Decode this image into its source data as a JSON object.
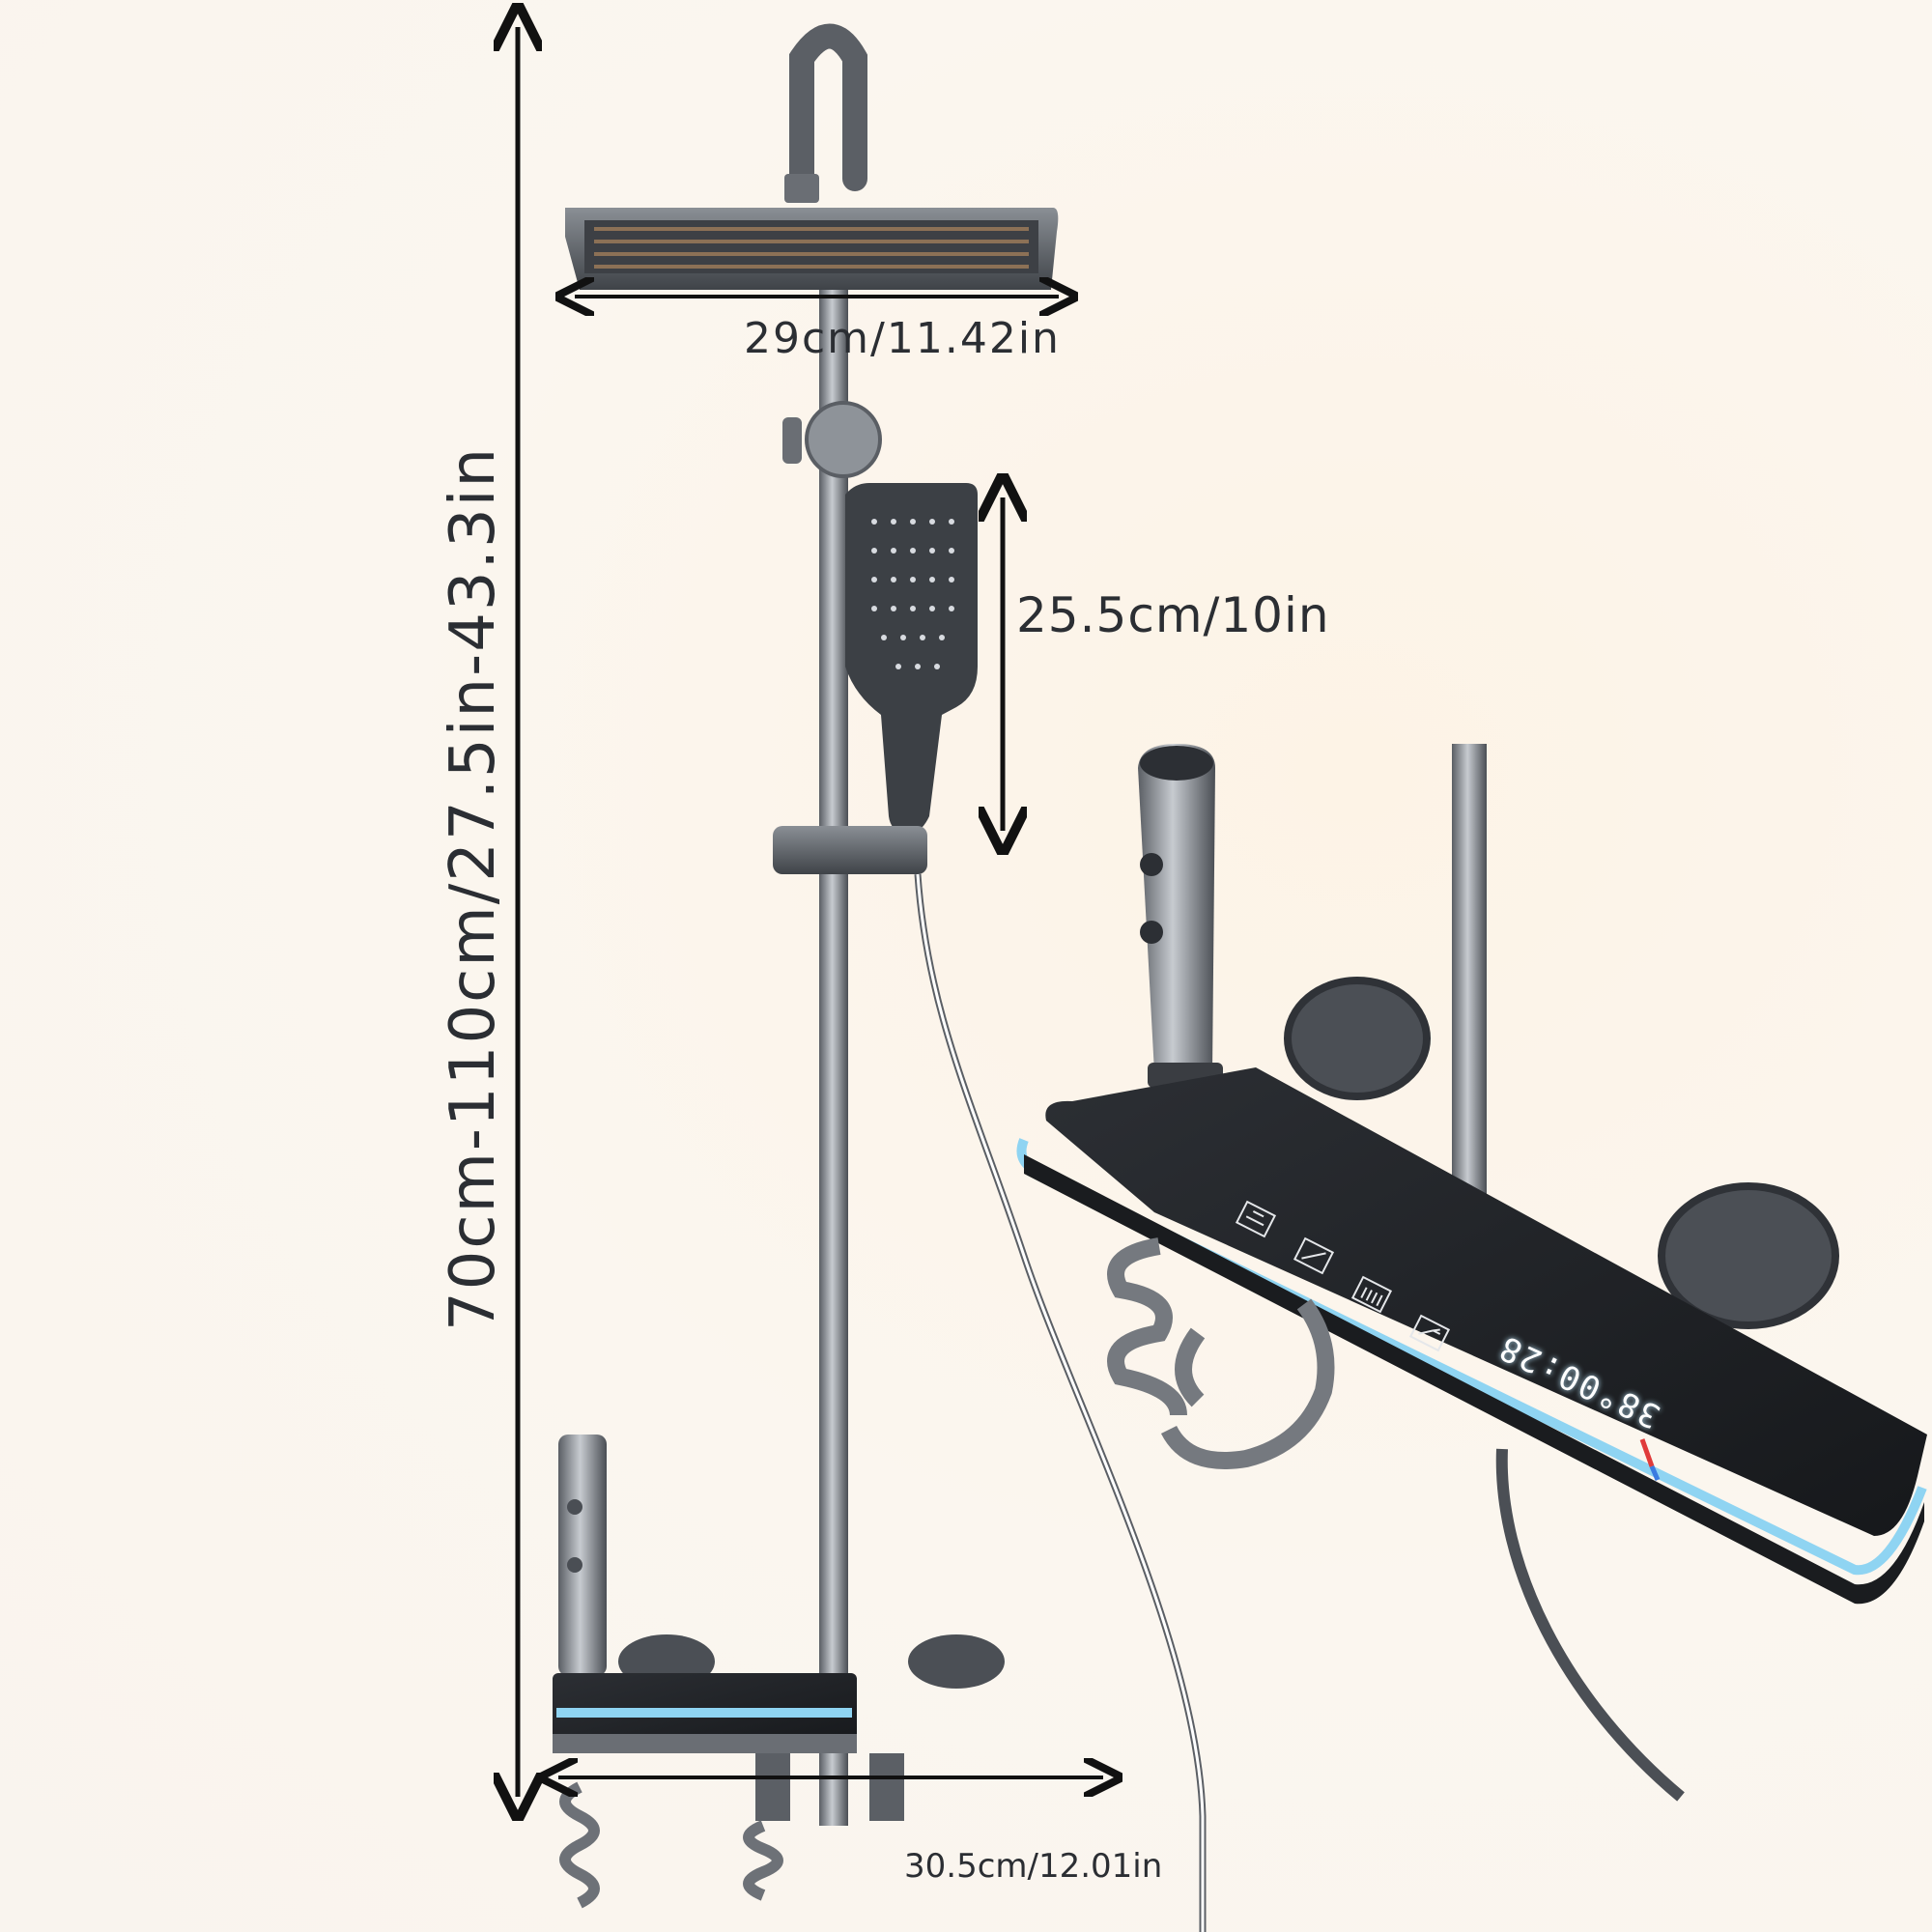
{
  "dimensions": {
    "total_height": "70cm-110cm/27.5in-43.3in",
    "head_width": "29cm/11.42in",
    "hand_shower_length": "25.5cm/10in",
    "panel_width": "30.5cm/12.01in"
  },
  "display": {
    "readout": "38°00:28"
  },
  "colors": {
    "background": "#fbf6ef",
    "metal_dark": "#4b4f55",
    "metal_light": "#9da2a8",
    "panel_black": "#1c1e22",
    "led_blue": "#8fd4f2",
    "arrow": "#111111",
    "text": "#2b2e33"
  },
  "icons": [
    "faucet-icon",
    "handheld-shower-icon",
    "rain-shower-icon",
    "spray-icon"
  ]
}
